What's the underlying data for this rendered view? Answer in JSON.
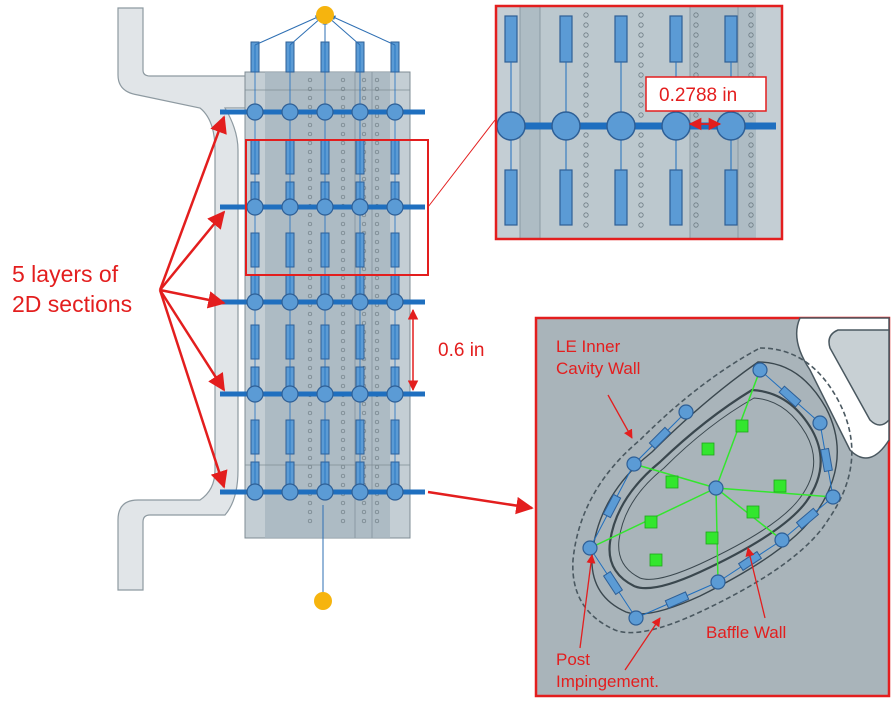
{
  "labels": {
    "layers_line1": "5 layers of",
    "layers_line2": "2D sections",
    "spacing": "0.6 in",
    "pitch": "0.2788 in",
    "cavity_wall_line1": "LE Inner",
    "cavity_wall_line2": "Cavity Wall",
    "baffle_wall": "Baffle Wall",
    "post_impingement_line1": "Post",
    "post_impingement_line2": "Impingement."
  },
  "colors": {
    "annotation_red": "#e31e1e",
    "network_blue": "#1f6fbf",
    "node_fill": "#5b9bd5",
    "node_stroke": "#2e5f96",
    "boundary_orange": "#f6b40e",
    "baffle_green": "#33e62e",
    "part_gray": "#b8c4cb",
    "part_dark": "#9fb0b9"
  },
  "icons": [
    "inlet-node-icon",
    "outlet-node-icon",
    "baffle-node-icon"
  ]
}
